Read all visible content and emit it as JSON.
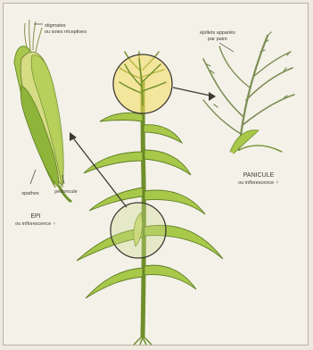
{
  "labels": {
    "stigmates_line1": "stigmates",
    "stigmates_line2": "ou soies réceptives",
    "epi_line1": "EPI",
    "epi_line2": "ou inflorescence ♀",
    "spathes": "spathes",
    "pedoncule": "pédoncule",
    "panicule_line1": "PANICULE",
    "panicule_line2": "ou inflorescence ♂",
    "epillets_line1": "épillets appariés",
    "epillets_line2": "par paire"
  },
  "colors": {
    "background": "#f4f1e9",
    "leaf": "#a8c84a",
    "leaf_dark": "#6f8f2a",
    "ear": "#cfd97a",
    "highlight_circle": "#f3dc5c",
    "panicle_detail": "#7a8e52",
    "line": "#3d3a33"
  }
}
